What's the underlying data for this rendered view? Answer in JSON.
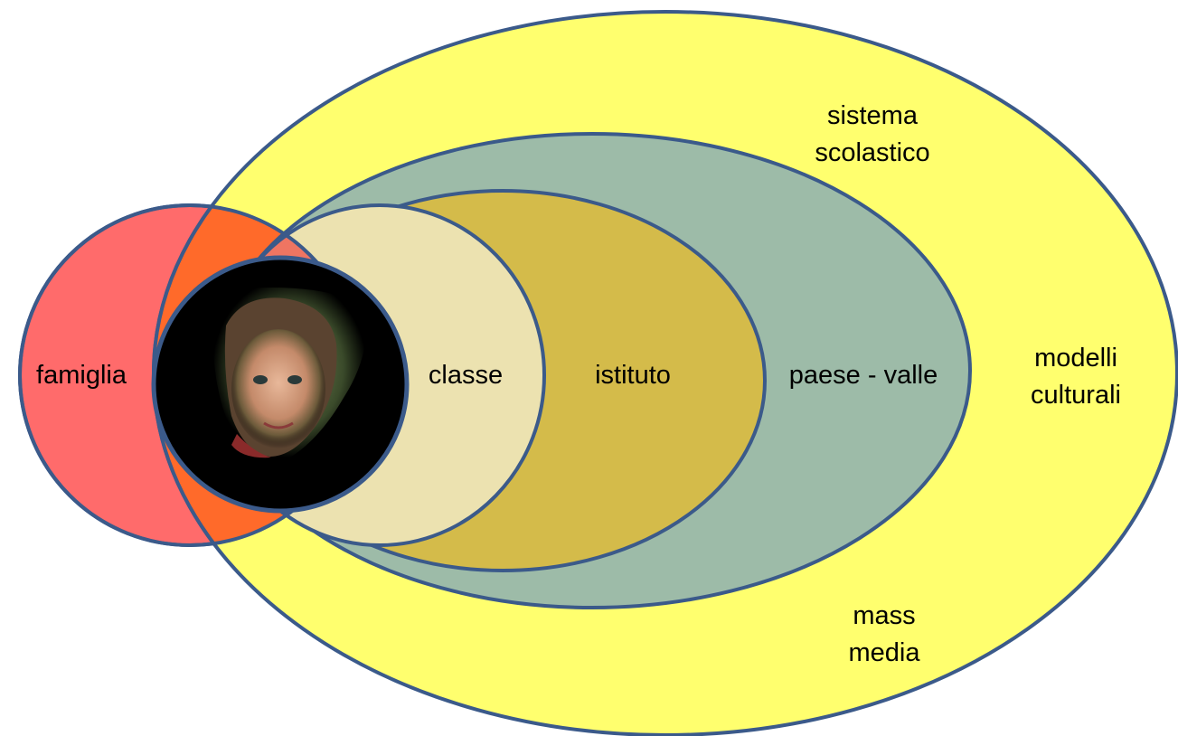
{
  "diagram": {
    "labels": {
      "famiglia": "famiglia",
      "classe": "classe",
      "istituto": "istituto",
      "paese_valle": "paese - valle",
      "sistema_line1": "sistema",
      "sistema_line2": "scolastico",
      "modelli_line1": "modelli",
      "modelli_line2": "culturali",
      "mass_line1": "mass",
      "mass_line2": "media"
    },
    "colors": {
      "outer_yellow": "#ffff6e",
      "teal": "#9dbba8",
      "istituto": "#d4bb4a",
      "classe": "#ece2b0",
      "famiglia": "#ff6b6b",
      "overlap": "#ff6a2a",
      "child": "#000000",
      "stroke": "#3b5a8a"
    },
    "center_image": "child-portrait"
  }
}
